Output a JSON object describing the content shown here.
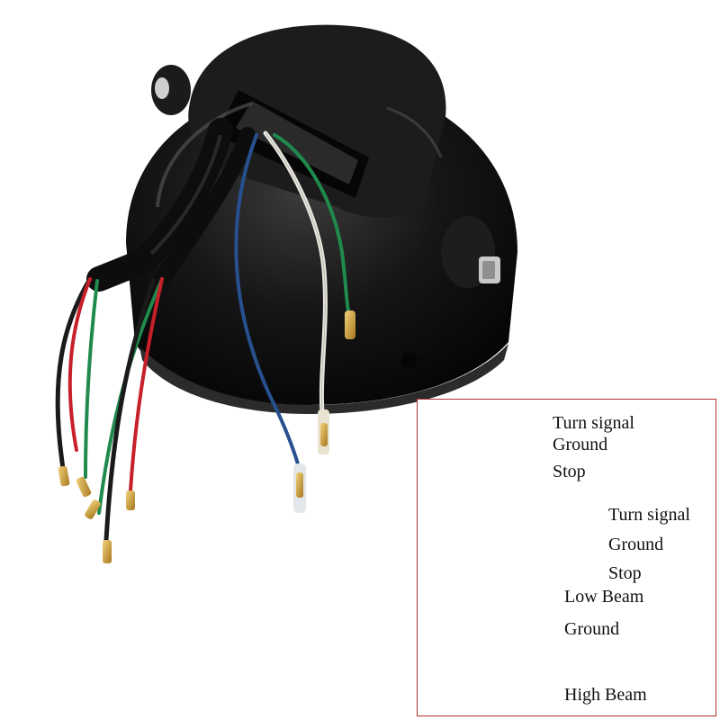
{
  "legend": {
    "border_color": "#b1312e",
    "labels": [
      "Turn signal",
      "Ground",
      "Stop",
      "Turn signal",
      "Ground",
      "Stop",
      "Low Beam",
      "Ground",
      "High Beam"
    ]
  },
  "colors": {
    "housing": "#111111",
    "wire_green": "#1f8a4c",
    "wire_black": "#1a1a1a",
    "wire_red": "#c8202a",
    "wire_blue": "#27508f",
    "wire_white": "#e8e6df",
    "connector_brass": "#c99a2e"
  }
}
